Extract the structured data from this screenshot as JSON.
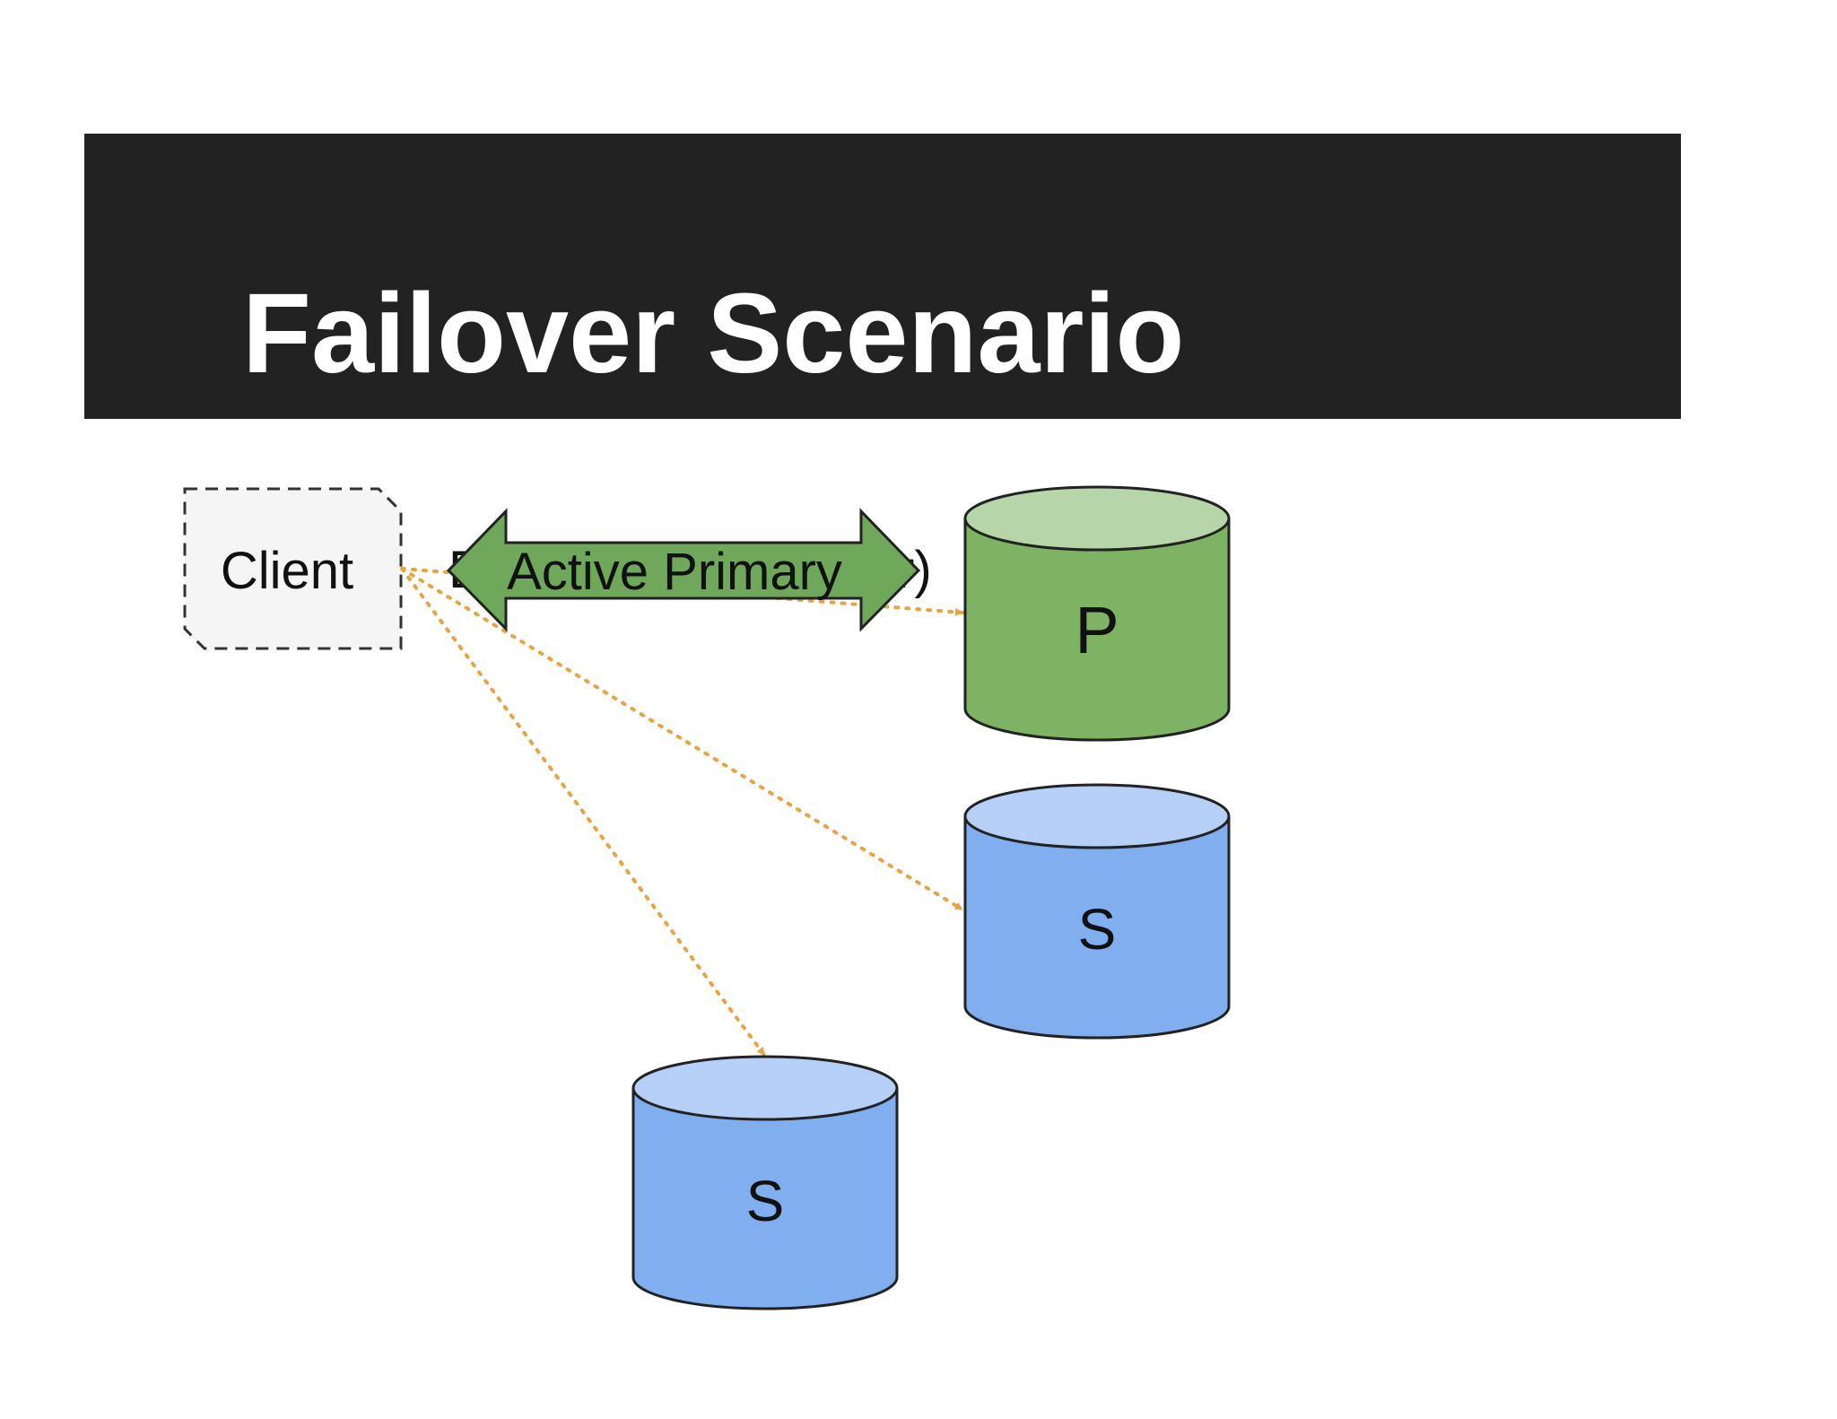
{
  "slide": {
    "title": "Failover Scenario"
  },
  "diagram": {
    "client": {
      "label": "Client"
    },
    "hidden_text": {
      "left_fragment": "E",
      "right_fragment": "r)"
    },
    "active_arrow": {
      "label": "Active Primary"
    },
    "nodes": [
      {
        "id": "primary",
        "label": "P",
        "role": "primary"
      },
      {
        "id": "secondary-1",
        "label": "S",
        "role": "secondary"
      },
      {
        "id": "secondary-2",
        "label": "S",
        "role": "secondary"
      }
    ]
  },
  "colors": {
    "title_bar": "#222222",
    "title_text": "#ffffff",
    "primary_body": "#7db362",
    "primary_top": "#b6d5a8",
    "secondary_body": "#80aeee",
    "secondary_top": "#b5cff7",
    "connection": "#e8a444",
    "arrow_fill": "#6fa85a",
    "client_fill": "#f5f5f5"
  }
}
